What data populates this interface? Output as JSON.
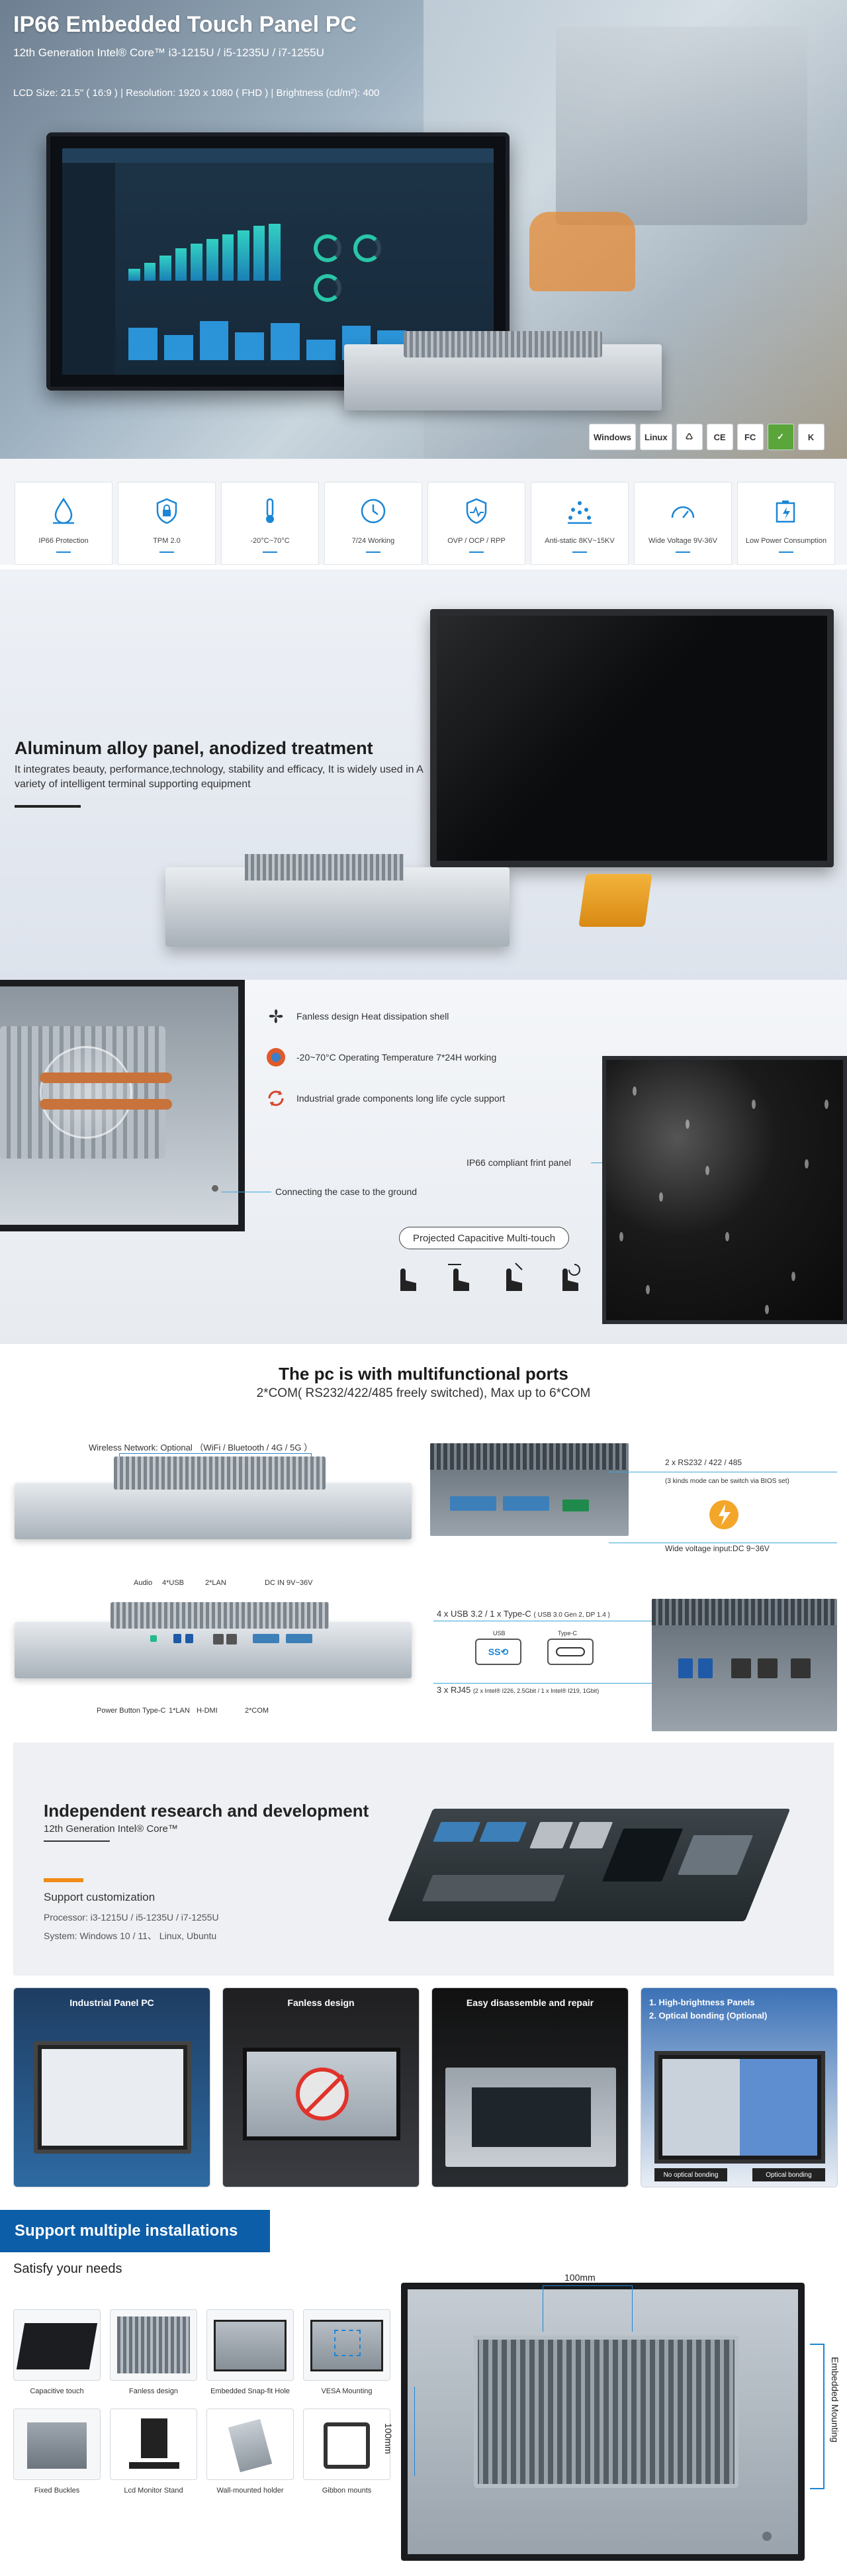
{
  "hero": {
    "title": "IP66 Embedded Touch Panel PC",
    "subtitle": "12th Generation Intel® Core™ i3-1215U / i5-1235U / i7-1255U",
    "specs": "LCD Size: 21.5\" ( 16:9 )  |  Resolution: 1920 x 1080 ( FHD )  |  Brightness (cd/m²): 400",
    "certs": [
      "Windows",
      "Linux",
      "",
      "CE",
      "FC",
      "",
      ""
    ]
  },
  "features": [
    {
      "label": "IP66 Protection",
      "icon": "water-drops-icon"
    },
    {
      "label": "TPM 2.0",
      "icon": "shield-lock-icon"
    },
    {
      "label": "-20°C~70°C",
      "icon": "thermometer-icon"
    },
    {
      "label": "7/24 Working",
      "icon": "clock-24-icon"
    },
    {
      "label": "OVP / OCP / RPP",
      "icon": "pulse-shield-icon"
    },
    {
      "label": "Anti-static 8KV~15KV",
      "icon": "static-icon"
    },
    {
      "label": "Wide Voltage  9V-36V",
      "icon": "gauge-icon"
    },
    {
      "label": "Low Power Consumption",
      "icon": "battery-icon"
    }
  ],
  "aluminum": {
    "title": "Aluminum alloy panel, anodized treatment",
    "description": "It integrates beauty, performance,technology, stability and efficacy, It is widely used in A variety of intelligent terminal supporting equipment"
  },
  "heat": {
    "items": [
      {
        "label": "Fanless design Heat dissipation shell",
        "icon": "fan-icon"
      },
      {
        "label": "-20~70°C Operating Temperature 7*24H working",
        "icon": "thermometer-icon"
      },
      {
        "label": "Industrial grade components long life cycle support",
        "icon": "refresh-icon"
      }
    ],
    "ground_label": "Connecting the case to the ground",
    "front_panel_label": "IP66 compliant frint panel",
    "touch_label": "Projected Capacitive Multi-touch"
  },
  "ports": {
    "title": "The pc is with multifunctional ports",
    "subtitle": "2*COM( RS232/422/485 freely switched), Max up to 6*COM",
    "wireless": "Wireless Network: Optional （WiFi / Bluetooth / 4G / 5G ）",
    "rs": "2 x RS232 / 422 / 485",
    "rs_note": "(3 kinds mode can be switch via BIOS set)",
    "wide_voltage": "Wide voltage input:DC 9~36V",
    "top_labels": [
      "Audio",
      "4*USB",
      "2*LAN",
      "DC IN 9V~36V"
    ],
    "bottom_labels": [
      "Power Button",
      "Type-C",
      "1*LAN",
      "H-DMI",
      "2*COM"
    ],
    "usb_line": "4 x USB 3.2 / 1 x Type-C",
    "usb_note": "( USB 3.0 Gen 2, DP 1.4 )",
    "usb_icon_label": "USB",
    "usb_logo": "SS⟲",
    "typec_label": "Type-C",
    "rj45_line": "3 x RJ45",
    "rj45_note": "(2 x Intel® I226, 2.5Gbit / 1 x Intel® I219, 1Gbit)"
  },
  "rnd": {
    "title": "Independent research and development",
    "subtitle": "12th Generation Intel® Core™",
    "support": "Support customization",
    "processor": "Processor: i3-1215U / i5-1235U / i7-1255U",
    "system": "System: Windows 10 / 11、 Linux, Ubuntu"
  },
  "cards": [
    {
      "title": "Industrial Panel PC"
    },
    {
      "title": "Fanless design"
    },
    {
      "title": "Easy disassemble and repair"
    },
    {
      "title": "",
      "lines": [
        "1. High-brightness Panels",
        "2. Optical bonding (Optional)"
      ],
      "tags": [
        "No optical bonding",
        "Optical bonding"
      ]
    }
  ],
  "install": {
    "band": "Support multiple installations",
    "subtitle": "Satisfy your needs",
    "thumbs": [
      "Capacitive touch",
      "Fanless design",
      "Embedded Snap-fit Hole",
      "VESA Mounting",
      "Fixed Buckles",
      "Lcd Monitor Stand",
      "Wall-mounted holder",
      "Gibbon mounts"
    ],
    "dim_h": "100mm",
    "dim_v": "100mm",
    "embedded": "Embedded Mounting"
  }
}
